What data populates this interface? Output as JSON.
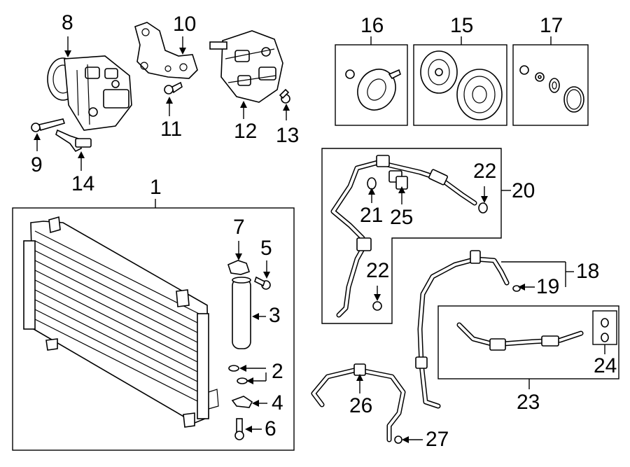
{
  "callouts": {
    "c1": "1",
    "c2": "2",
    "c3": "3",
    "c4": "4",
    "c5": "5",
    "c6": "6",
    "c7": "7",
    "c8": "8",
    "c9": "9",
    "c10": "10",
    "c11": "11",
    "c12": "12",
    "c13": "13",
    "c14": "14",
    "c15": "15",
    "c16": "16",
    "c17": "17",
    "c18": "18",
    "c19": "19",
    "c20": "20",
    "c21": "21",
    "c22a": "22",
    "c22b": "22",
    "c23": "23",
    "c24": "24",
    "c25": "25",
    "c26": "26",
    "c27": "27"
  }
}
